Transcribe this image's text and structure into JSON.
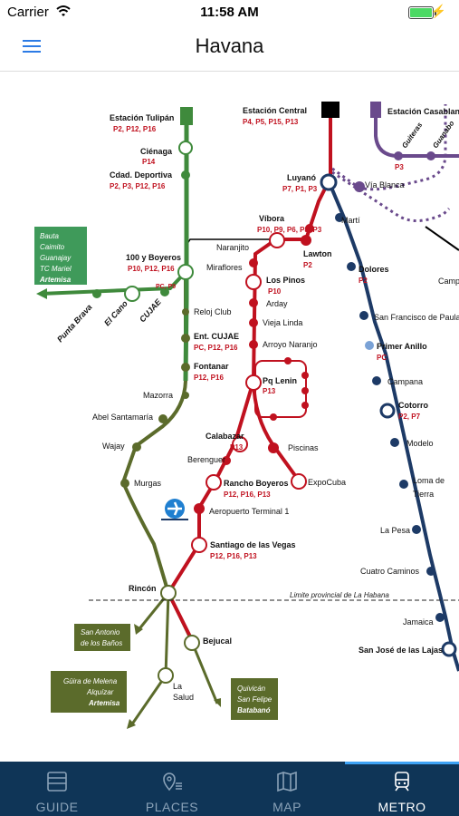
{
  "status": {
    "carrier": "Carrier",
    "time": "11:58 AM"
  },
  "header": {
    "title": "Havana"
  },
  "map": {
    "green": {
      "terminal": {
        "name": "Estación Tulipán",
        "lines": "P2, P12, P16"
      },
      "cienaga": {
        "name": "Ciénaga",
        "lines": "P14"
      },
      "deportiva": {
        "name": "Cdad. Deportiva",
        "lines": "P2, P3, P12, P16"
      },
      "boyeros100": {
        "name": "100 y Boyeros",
        "lines": "P10, P12, P16"
      },
      "pc_p9": "PC, P9",
      "reloj": "Reloj Club",
      "cujae_ent": {
        "name": "Ent. CUJAE",
        "lines": "PC, P12, P16"
      },
      "fontanar": {
        "name": "Fontanar",
        "lines": "P12, P16"
      },
      "mazorra": "Mazorra",
      "abel": "Abel Santamaría",
      "wajay": "Wajay",
      "murgas": "Murgas",
      "punta_brava": "Punta Brava",
      "el_cano": "El Cano",
      "cujae": "CUJAE",
      "artemisa_box": {
        "line1": "Bauta",
        "line2": "Caimito",
        "line3": "Guanajay",
        "line4": "TC Mariel",
        "bold": "Artemisa"
      }
    },
    "red": {
      "terminal": {
        "name": "Estación Central",
        "lines": "P4, P5, P15, P13"
      },
      "luyano": {
        "name": "Luyanó",
        "lines": "P7, P1, P3"
      },
      "vibora": {
        "name": "Víbora",
        "lines": "P10, P9, P6, P8, P3"
      },
      "lawton": {
        "name": "Lawton",
        "lines": "P2"
      },
      "naranjito": "Naranjito",
      "miraflores": "Miraflores",
      "pinos": {
        "name": "Los Pinos",
        "lines": "P10"
      },
      "arday": "Arday",
      "vieja_linda": "Vieja Linda",
      "arroyo": "Arroyo Naranjo",
      "lenin": {
        "name": "Pq Lenin",
        "lines": "P13"
      },
      "calabazar": {
        "name": "Calabazar",
        "lines": "P13"
      },
      "berenguer": "Berenguer",
      "piscinas": "Piscinas",
      "rancho": {
        "name": "Rancho Boyeros",
        "lines": "P12, P16, P13"
      },
      "expocuba": "ExpoCuba",
      "aeropuerto": "Aeropuerto Terminal 1",
      "santiago": {
        "name": "Santiago de las Vegas",
        "lines": "P12, P16, P13"
      },
      "rincon": "Rincón",
      "limite": "Limite provincial de La Habana",
      "bejucal": "Bejucal",
      "la_salud_1": "La",
      "la_salud_2": "Salud"
    },
    "purple": {
      "terminal": "Estación Casablanca",
      "guiteras": "Guiteras",
      "guanabo": "Guanabo",
      "p3": "P3",
      "via_blanca": "Vía Blanca"
    },
    "blue": {
      "marti": "Martí",
      "dolores": {
        "name": "Dolores",
        "lines": "P2"
      },
      "campo": "Camp",
      "sfpaula": "San Francisco de Paula",
      "primer": {
        "name": "Primer Anillo",
        "lines": "PC"
      },
      "campana": "Campana",
      "cotorro": {
        "name": "Cotorro",
        "lines": "P2, P7"
      },
      "modelo": "Modelo",
      "loma_1": "Loma de",
      "loma_2": "Tierra",
      "la_pesa": "La Pesa",
      "cuatro": "Cuatro Caminos",
      "jamaica": "Jamaica",
      "san_jose": "San José de las Lajas"
    },
    "boxes": {
      "san_antonio": {
        "line1": "San Antonio",
        "line2": "de los Baños"
      },
      "guira": {
        "line1": "Güira de Melena",
        "line2": "Alquízar",
        "bold": "Artemisa"
      },
      "quivican": {
        "line1": "Quivicán",
        "line2": "San Felipe",
        "bold": "Batabanó"
      }
    }
  },
  "tabs": [
    {
      "label": "GUIDE"
    },
    {
      "label": "PLACES"
    },
    {
      "label": "MAP"
    },
    {
      "label": "METRO"
    }
  ],
  "colors": {
    "accent": "#2c7be5",
    "tabbar": "#0f3557",
    "green_line": "#3f8a3c",
    "red_line": "#c0111f",
    "blue_line": "#1d3a66",
    "purple_line": "#6a4a8c",
    "olive_line": "#5b6b2b"
  }
}
